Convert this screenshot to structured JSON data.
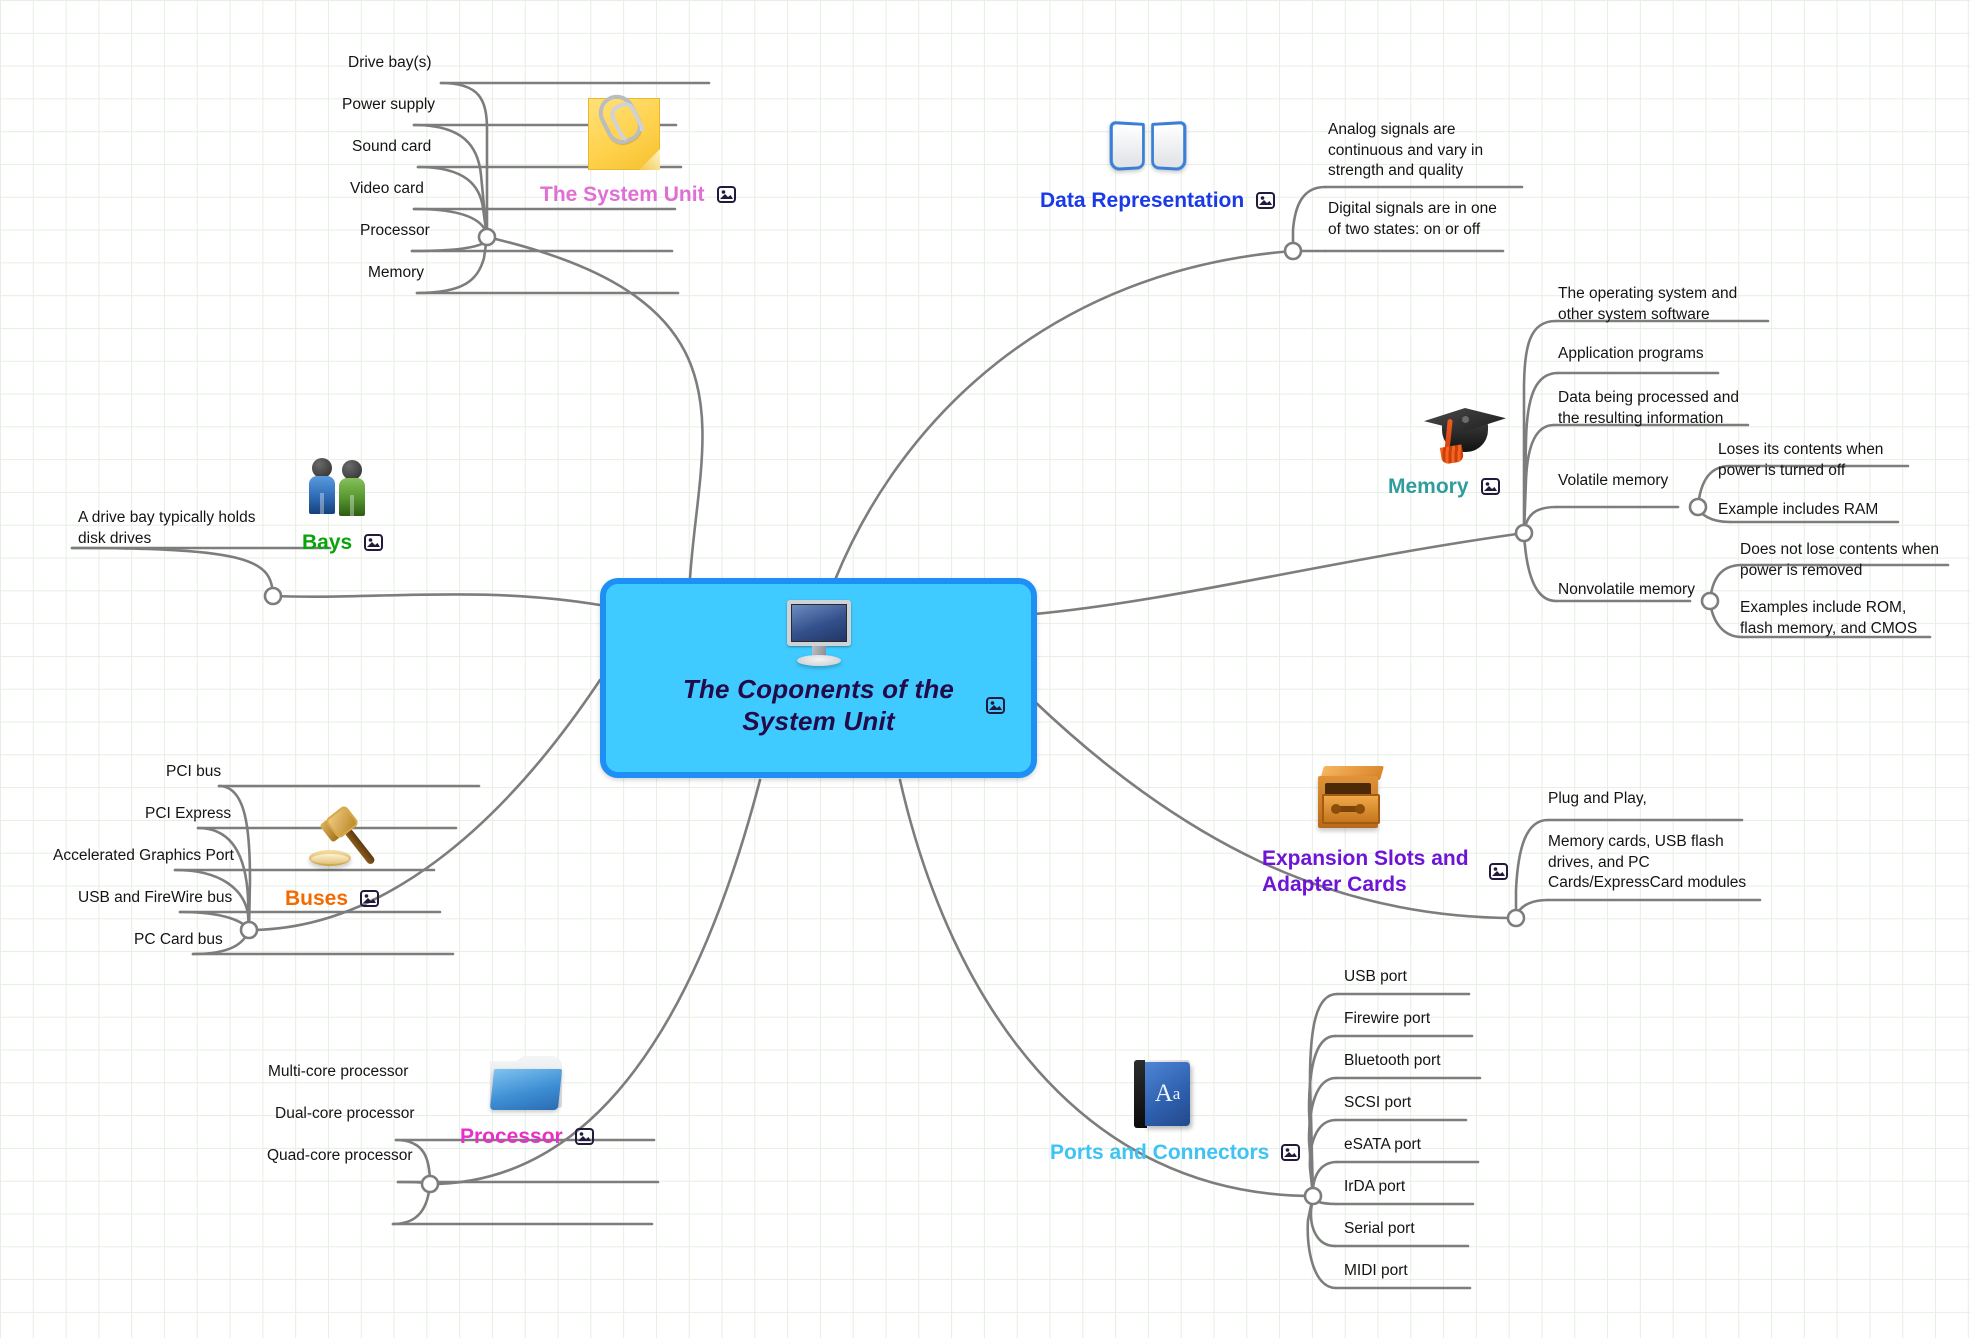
{
  "central": {
    "title": "The Coponents of the System Unit",
    "icon": "monitor-icon",
    "fill_color": "#3fcbff",
    "border_color": "#1e90f5",
    "text_color": "#250a4a"
  },
  "branches": [
    {
      "id": "system-unit",
      "label": "The System Unit",
      "color": "#e06fd4",
      "icon": "sticky-note-paperclip-icon",
      "children": [
        {
          "label": "Drive bay(s)"
        },
        {
          "label": "Power supply"
        },
        {
          "label": "Sound card"
        },
        {
          "label": "Video card"
        },
        {
          "label": "Processor"
        },
        {
          "label": "Memory"
        }
      ]
    },
    {
      "id": "data-representation",
      "label": "Data Representation",
      "color": "#1a3ae8",
      "icon": "open-book-icon",
      "children": [
        {
          "label": "Analog signals are continuous and vary in strength and quality"
        },
        {
          "label": "Digital signals are in one of two states: on or off"
        }
      ]
    },
    {
      "id": "memory",
      "label": "Memory",
      "color": "#2f9d9d",
      "icon": "graduation-cap-icon",
      "children": [
        {
          "label": "The operating system and other system software"
        },
        {
          "label": "Application programs"
        },
        {
          "label": "Data being processed and the resulting information"
        },
        {
          "label": "Volatile memory",
          "children": [
            {
              "label": "Loses its contents when power is turned off"
            },
            {
              "label": "Example includes RAM"
            }
          ]
        },
        {
          "label": "Nonvolatile memory",
          "children": [
            {
              "label": "Does not lose contents when power is removed"
            },
            {
              "label": "Examples include ROM, flash memory, and CMOS"
            }
          ]
        }
      ]
    },
    {
      "id": "expansion-slots",
      "label": "Expansion Slots and Adapter Cards",
      "color": "#6e14d6",
      "icon": "file-cabinet-icon",
      "children": [
        {
          "label": "Plug and Play,"
        },
        {
          "label": "Memory cards, USB flash drives, and PC Cards/ExpressCard modules"
        }
      ]
    },
    {
      "id": "ports-connectors",
      "label": "Ports and Connectors",
      "color": "#3fc3f5",
      "icon": "blue-dictionary-icon",
      "children": [
        {
          "label": "USB port"
        },
        {
          "label": "Firewire port"
        },
        {
          "label": "Bluetooth port"
        },
        {
          "label": "SCSI port"
        },
        {
          "label": "eSATA port"
        },
        {
          "label": "IrDA port"
        },
        {
          "label": "Serial port"
        },
        {
          "label": "MIDI port"
        }
      ]
    },
    {
      "id": "processor",
      "label": "Processor",
      "color": "#e631c8",
      "icon": "folder-icon",
      "children": [
        {
          "label": "Multi-core processor"
        },
        {
          "label": "Dual-core processor"
        },
        {
          "label": "Quad-core processor"
        }
      ]
    },
    {
      "id": "buses",
      "label": "Buses",
      "color": "#f26a00",
      "icon": "gavel-icon",
      "children": [
        {
          "label": "PCI bus"
        },
        {
          "label": "PCI Express"
        },
        {
          "label": "Accelerated Graphics Port"
        },
        {
          "label": "USB and FireWire bus"
        },
        {
          "label": "PC Card bus"
        }
      ]
    },
    {
      "id": "bays",
      "label": "Bays",
      "color": "#0aa30a",
      "icon": "two-people-icon",
      "children": [
        {
          "label": "A drive bay typically  holds disk drives"
        }
      ]
    }
  ],
  "theme": {
    "link_color": "#7d7d7d",
    "grid_color": "#e6efe3",
    "background": "#ffffff"
  }
}
